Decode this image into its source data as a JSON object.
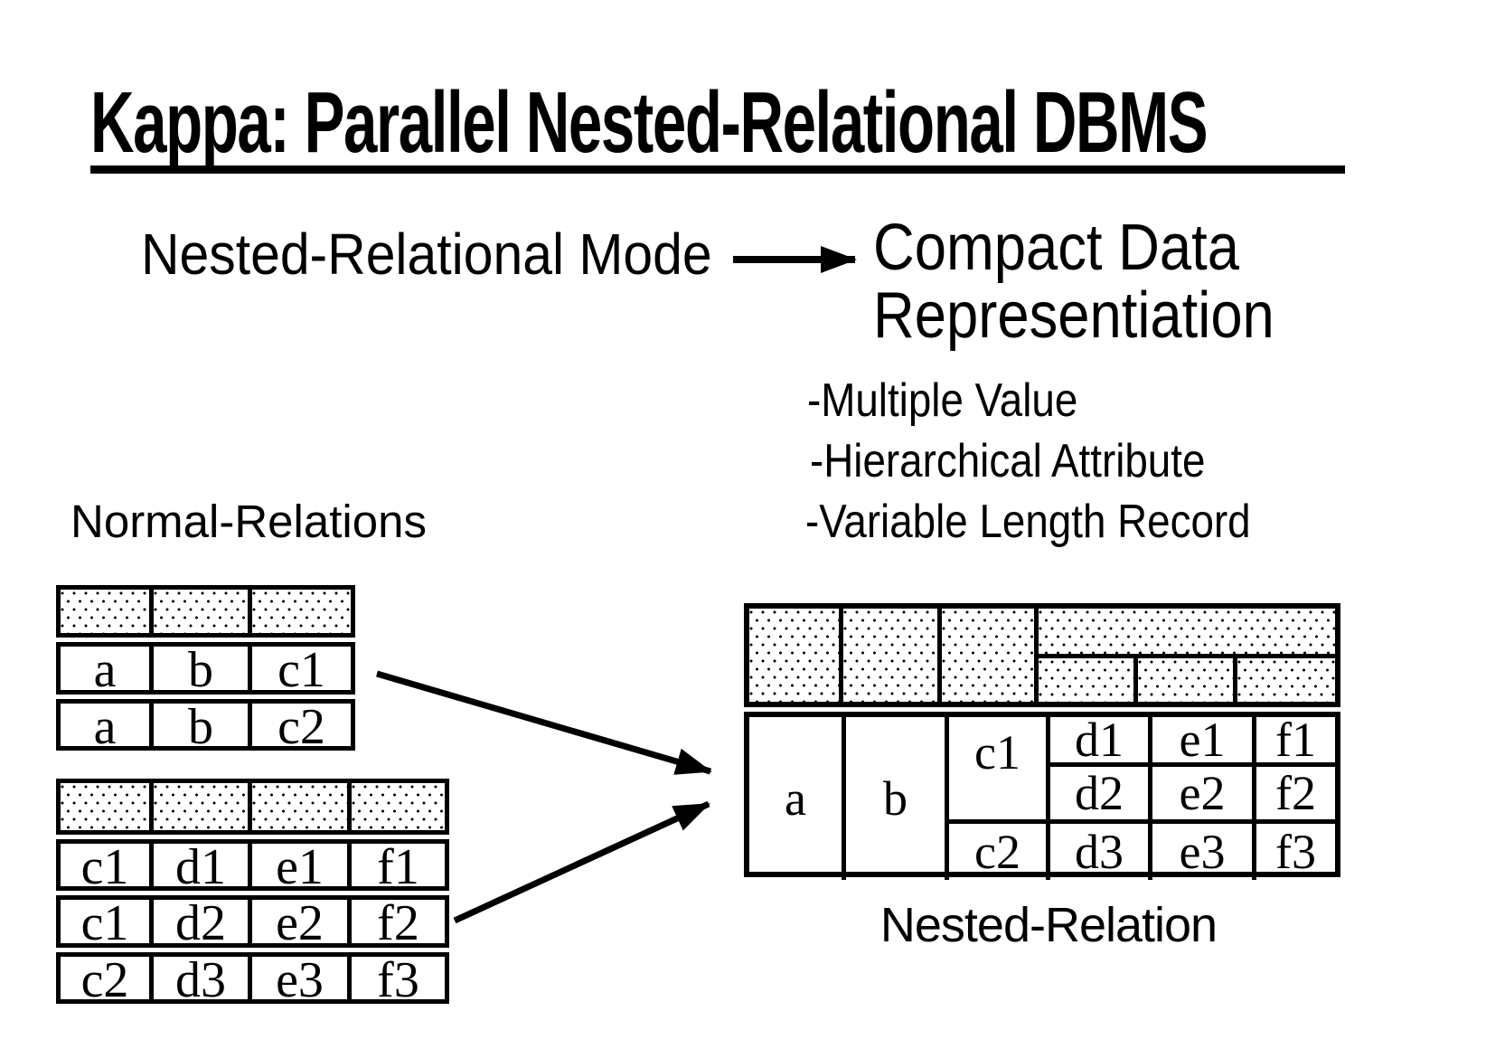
{
  "title": "Kappa: Parallel Nested-Relational DBMS",
  "flow": {
    "source_label": "Nested-Relational Mode",
    "target_line1": "Compact Data",
    "target_line2": "Representiation"
  },
  "features": [
    "-Multiple Value",
    "-Hierarchical Attribute",
    "-Variable Length Record"
  ],
  "normal_relations": {
    "label": "Normal-Relations",
    "table1": {
      "rows": [
        [
          "a",
          "b",
          "c1"
        ],
        [
          "a",
          "b",
          "c2"
        ]
      ]
    },
    "table2": {
      "rows": [
        [
          "c1",
          "d1",
          "e1",
          "f1"
        ],
        [
          "c1",
          "d2",
          "e2",
          "f2"
        ],
        [
          "c2",
          "d3",
          "e3",
          "f3"
        ]
      ]
    }
  },
  "nested_relation": {
    "label": "Nested-Relation",
    "a": "a",
    "b": "b",
    "c1": "c1",
    "c2": "c2",
    "rows": [
      [
        "d1",
        "e1",
        "f1"
      ],
      [
        "d2",
        "e2",
        "f2"
      ],
      [
        "d3",
        "e3",
        "f3"
      ]
    ]
  },
  "colors": {
    "ink": "#000000",
    "paper": "#ffffff"
  }
}
